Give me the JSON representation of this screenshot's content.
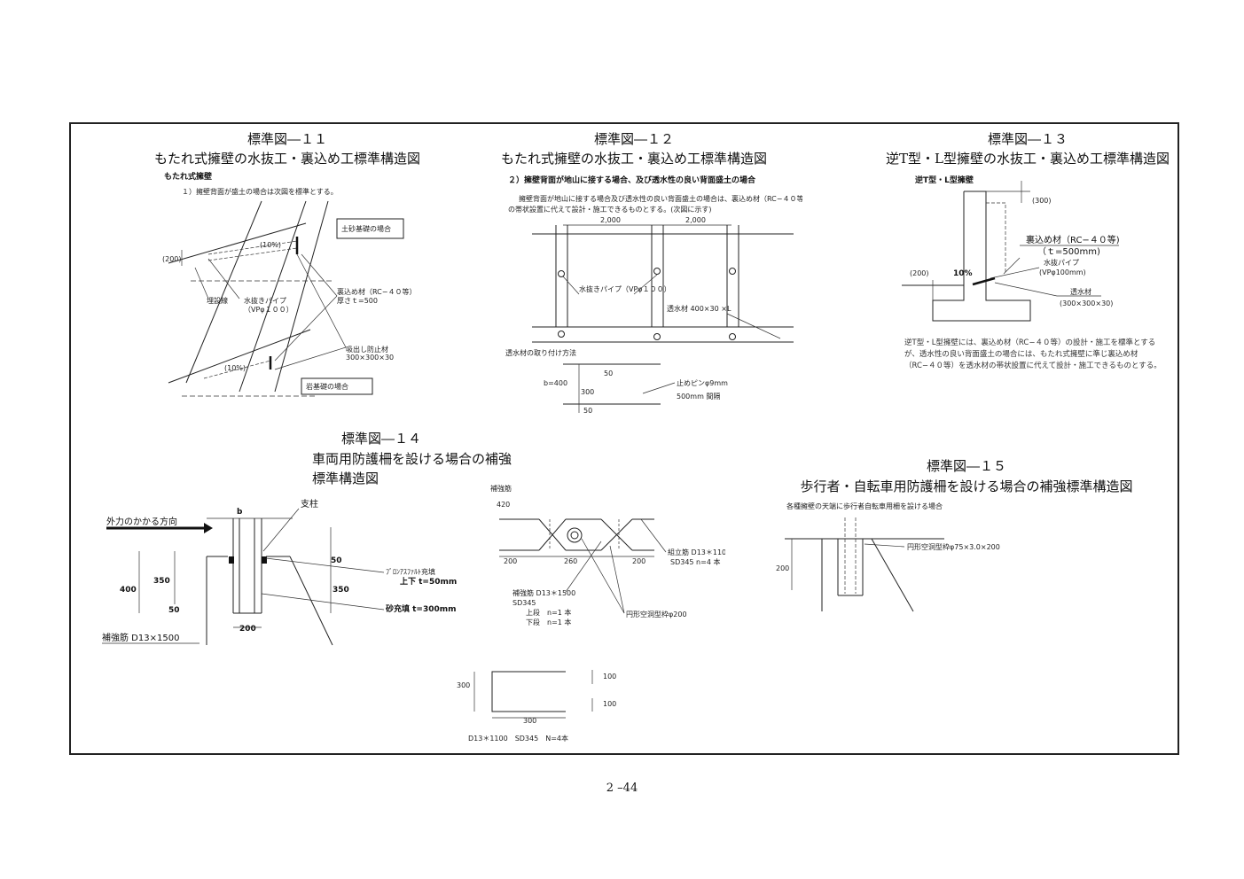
{
  "page_number": "2 –44",
  "fig11": {
    "title1": "標準図―１１",
    "title2": "もたれ式擁壁の水抜工・裏込め工標準構造図",
    "heading": "もたれ式擁壁",
    "note": "１）擁壁背面が盛土の場合は次図を標準とする。",
    "box_top": "土砂基礎の場合",
    "box_bottom": "岩基礎の場合",
    "dim": "(200)",
    "slope_top": "(10%)",
    "slope_bottom": "(10%)",
    "label_buried": "埋設線",
    "label_pipe": "水抜きパイプ",
    "label_pipe_size": "（VPφ１００）",
    "label_backfill": "裏込め材（RC−４０等）",
    "label_backfill_t": "厚さｔ=500",
    "label_filter": "吸出し防止材",
    "label_filter_size": "300×300×30"
  },
  "fig12": {
    "title1": "標準図―１２",
    "title2": "もたれ式擁壁の水抜工・裏込め工標準構造図",
    "heading": "２）擁壁背面が地山に接する場合、及び透水性の良い背面盛土の場合",
    "note1": "擁壁背面が地山に接する場合及び透水性の良い背面盛土の場合は、裏込め材（RC−４０等）を透水材",
    "note2": "の帯状設置に代えて設計・施工できるものとする。(次図に示す)",
    "dim1": "2,000",
    "dim2": "2,000",
    "label_pipe": "水抜きパイプ（VPφ１００）",
    "label_filter": "透水材 400×30 ×L",
    "sub_heading": "透水材の取り付け方法",
    "b": "b=400",
    "d50a": "50",
    "d300": "300",
    "d50b": "50",
    "pin": "止めピンφ9mm",
    "pin_pitch": "500mm 間隔"
  },
  "fig13": {
    "title1": "標準図―１３",
    "title2": "逆T型・L型擁壁の水抜工・裏込め工標準構造図",
    "heading": "逆T型・L型擁壁",
    "dim300": "(300)",
    "backfill": "裏込め材（RC−４０等)",
    "backfill_t": "（ｔ=500mm)",
    "pipe": "水抜パイプ",
    "pipe_size": "(VPφ100mm)",
    "dim200": "(200)",
    "slope": "10%",
    "filter": "透水材",
    "filter_size": "(300×300×30)",
    "para": "逆T型・L型擁壁には、裏込め材（RC−４０等）の設計・施工を標準とするが、透水性の良い背面盛土の場合には、もたれ式擁壁に準じ裏込め材（RC−４０等）を透水材の帯状設置に代えて設計・施工できるものとする。"
  },
  "fig14": {
    "title1": "標準図―１４",
    "title2": "車両用防護柵を設ける場合の補強",
    "title3": "標準構造図",
    "force": "外力のかかる方向",
    "b": "b",
    "post": "支柱",
    "d400": "400",
    "d350a": "350",
    "d50a": "50",
    "d50b": "50",
    "d350b": "350",
    "d200": "200",
    "asphalt": "ﾌﾞﾛﾝｱｽﾌｧﾙﾄ充填",
    "asphalt_t": "上下 t=50mm",
    "sand": "砂充填 t=300mm",
    "rebar": "補強筋 D13×1500",
    "plan_heading": "補強筋",
    "d420": "420",
    "d200a": "200",
    "d260": "260",
    "d200b": "200",
    "assembly": "組立筋 D13＊1100",
    "assembly_n": "SD345 n=4 本",
    "reinforce": "補強筋 D13＊1500",
    "reinforce_sd": "SD345",
    "upper": "上段　n=1 本",
    "lower": "下段　n=1 本",
    "form": "円形空洞型枠φ200",
    "stir_300": "300",
    "stir_300w": "300",
    "stir_100a": "100",
    "stir_100b": "100",
    "stir_label": "D13＊1100　SD345　N=4本"
  },
  "fig15": {
    "title1": "標準図―１５",
    "title2": "歩行者・自転車用防護柵を設ける場合の補強標準構造図",
    "heading": "各種擁壁の天端に歩行者自転車用柵を設ける場合",
    "form": "円形空洞型枠φ75×3.0×200",
    "d200": "200"
  }
}
